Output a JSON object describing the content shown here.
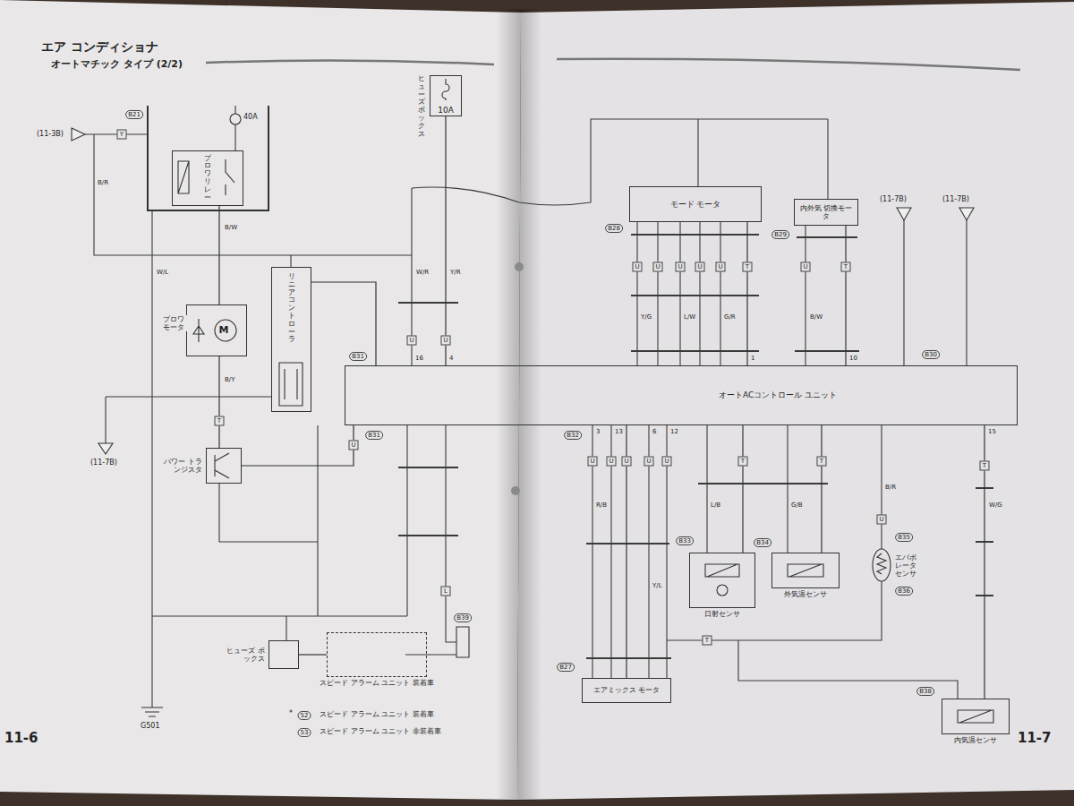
{
  "diagram": {
    "title": "エア コンディショナ",
    "nodes": [
      {
        "text": [
          "ブロワリレー"
        ]
      },
      {
        "text": [
          "10A"
        ]
      },
      {
        "text": [
          "M"
        ]
      },
      {
        "text": [
          "パワー トランジスタ"
        ]
      },
      {
        "text": [
          "リニア コントローラ"
        ]
      },
      {
        "text": [
          "オートACコントロール ユニット"
        ]
      },
      {
        "text": [
          "ヒューズ ボックス"
        ]
      },
      {
        "text": [
          "スピード アラーム ユニット 装着車"
        ]
      },
      {
        "text": [
          "モード モータ"
        ]
      },
      {
        "text": [
          "内外気 切換モータ"
        ]
      },
      {
        "text": [
          "日射センサ"
        ]
      },
      {
        "text": [
          "外気温センサ"
        ]
      },
      {
        "text": [
          "エアミックス モータ"
        ]
      },
      {
        "text": [
          "内気温センサ"
        ]
      }
    ],
    "edges": [
      {
        "from": 1,
        "to": 5,
        "arrow": "none"
      },
      {
        "from": 0,
        "to": 2,
        "arrow": "none"
      },
      {
        "from": 2,
        "to": 3,
        "arrow": "none"
      },
      {
        "from": 3,
        "to": 5,
        "arrow": "none"
      },
      {
        "from": 4,
        "to": 5,
        "arrow": "none"
      },
      {
        "from": 8,
        "to": 5,
        "arrow": "none"
      },
      {
        "from": 9,
        "to": 5,
        "arrow": "none"
      },
      {
        "from": 5,
        "to": 10,
        "arrow": "none"
      },
      {
        "from": 5,
        "to": 11,
        "arrow": "none"
      },
      {
        "from": 5,
        "to": 12,
        "arrow": "none"
      },
      {
        "from": 5,
        "to": 13,
        "arrow": "none"
      },
      {
        "from": 6,
        "to": 7,
        "arrow": "none"
      }
    ],
    "labels": [
      "オートマチック タイプ (2/2)",
      "11-6",
      "11-7",
      "40A",
      "ブロワ モータ",
      "ヒューズ ボックス",
      "G501",
      "*",
      "52",
      "スピード アラーム ユニット 装着車",
      "53",
      "スピード アラーム ユニット 非装着車",
      "B31",
      "B31",
      "B32",
      "B28",
      "B29",
      "B30",
      "B21",
      "B33",
      "B34",
      "B35",
      "B36",
      "B27",
      "B38",
      "B39",
      "B/R",
      "B/W",
      "W/L",
      "B/Y",
      "W/R",
      "Y/R",
      "Y/G",
      "L/W",
      "G/R",
      "B/W",
      "R/B",
      "Y/L",
      "L/B",
      "G/B",
      "B/R",
      "W/G",
      "Y",
      "U",
      "U",
      "L",
      "T",
      "U",
      "U",
      "U",
      "U",
      "U",
      "U",
      "T",
      "U",
      "T",
      "U",
      "U",
      "U",
      "U",
      "U",
      "T",
      "T",
      "U",
      "T",
      "T",
      "16",
      "4",
      "3",
      "13",
      "6",
      "12",
      "15",
      "1",
      "10",
      "(11-7B)",
      "(11-7B)",
      "(11-7B)",
      "(11-3B)",
      "エバポレータ センサ"
    ]
  }
}
